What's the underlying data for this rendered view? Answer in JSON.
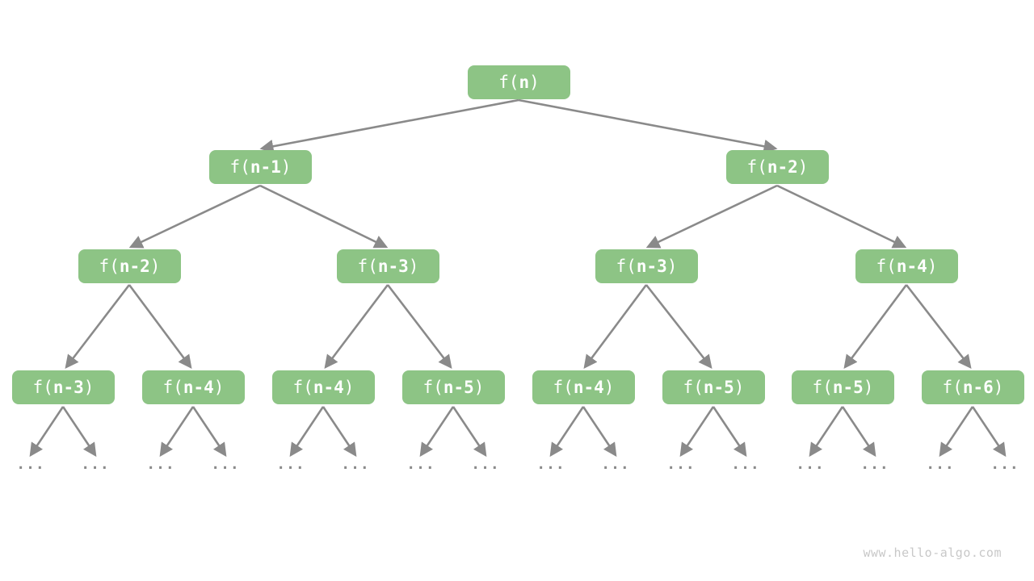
{
  "diagram": {
    "type": "recursion-tree",
    "description_semantics": "fibonacci-recursion-call-tree",
    "levels": 4,
    "nodes": [
      {
        "id": 0,
        "level": 0,
        "pre": "f(",
        "mid": "n",
        "post": ")",
        "label": "f(n)"
      },
      {
        "id": 1,
        "level": 1,
        "pre": "f(",
        "mid": "n-1",
        "post": ")",
        "label": "f(n-1)"
      },
      {
        "id": 2,
        "level": 1,
        "pre": "f(",
        "mid": "n-2",
        "post": ")",
        "label": "f(n-2)"
      },
      {
        "id": 3,
        "level": 2,
        "pre": "f(",
        "mid": "n-2",
        "post": ")",
        "label": "f(n-2)"
      },
      {
        "id": 4,
        "level": 2,
        "pre": "f(",
        "mid": "n-3",
        "post": ")",
        "label": "f(n-3)"
      },
      {
        "id": 5,
        "level": 2,
        "pre": "f(",
        "mid": "n-3",
        "post": ")",
        "label": "f(n-3)"
      },
      {
        "id": 6,
        "level": 2,
        "pre": "f(",
        "mid": "n-4",
        "post": ")",
        "label": "f(n-4)"
      },
      {
        "id": 7,
        "level": 3,
        "pre": "f(",
        "mid": "n-3",
        "post": ")",
        "label": "f(n-3)"
      },
      {
        "id": 8,
        "level": 3,
        "pre": "f(",
        "mid": "n-4",
        "post": ")",
        "label": "f(n-4)"
      },
      {
        "id": 9,
        "level": 3,
        "pre": "f(",
        "mid": "n-4",
        "post": ")",
        "label": "f(n-4)"
      },
      {
        "id": 10,
        "level": 3,
        "pre": "f(",
        "mid": "n-5",
        "post": ")",
        "label": "f(n-5)"
      },
      {
        "id": 11,
        "level": 3,
        "pre": "f(",
        "mid": "n-4",
        "post": ")",
        "label": "f(n-4)"
      },
      {
        "id": 12,
        "level": 3,
        "pre": "f(",
        "mid": "n-5",
        "post": ")",
        "label": "f(n-5)"
      },
      {
        "id": 13,
        "level": 3,
        "pre": "f(",
        "mid": "n-5",
        "post": ")",
        "label": "f(n-5)"
      },
      {
        "id": 14,
        "level": 3,
        "pre": "f(",
        "mid": "n-6",
        "post": ")",
        "label": "f(n-6)"
      }
    ],
    "edges": [
      [
        0,
        1
      ],
      [
        0,
        2
      ],
      [
        1,
        3
      ],
      [
        1,
        4
      ],
      [
        2,
        5
      ],
      [
        2,
        6
      ],
      [
        3,
        7
      ],
      [
        3,
        8
      ],
      [
        4,
        9
      ],
      [
        4,
        10
      ],
      [
        5,
        11
      ],
      [
        5,
        12
      ],
      [
        6,
        13
      ],
      [
        6,
        14
      ]
    ],
    "ellipsis": {
      "label": "...",
      "count": 16
    }
  },
  "colors": {
    "node_fill": "#8dc485",
    "node_text": "#ffffff",
    "edge": "#8a8a8a",
    "ellipsis": "#8a8a8a",
    "watermark": "#c8c8c8",
    "background": "#ffffff"
  },
  "watermark": {
    "text": "www.hello-algo.com"
  }
}
